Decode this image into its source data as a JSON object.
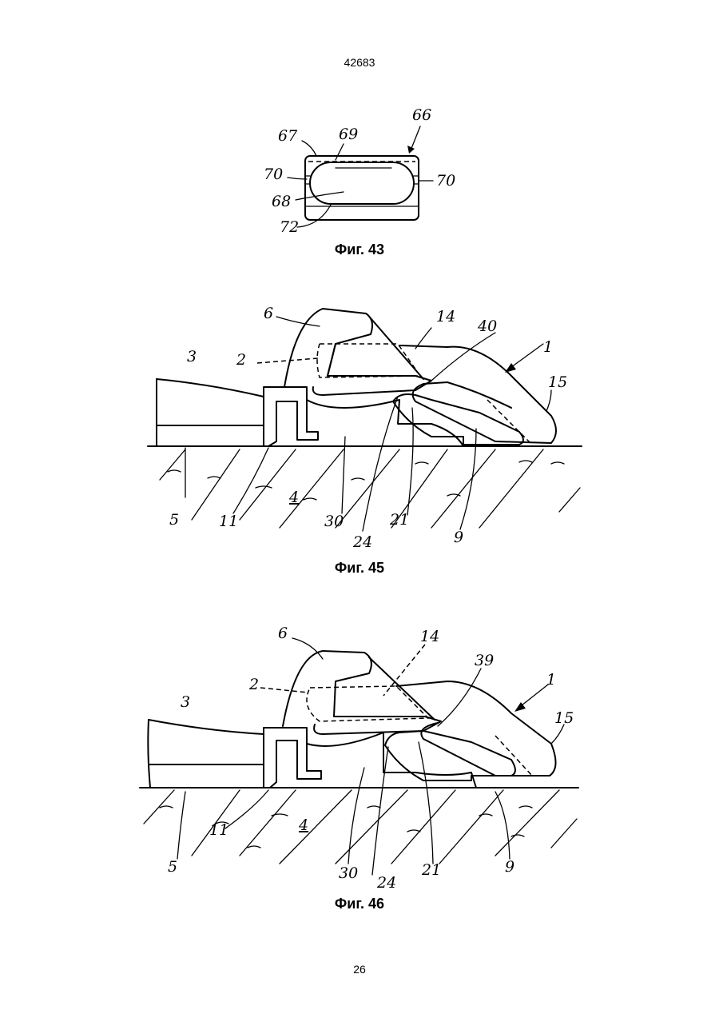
{
  "header": {
    "document_number": "42683"
  },
  "footer": {
    "page_number": "26"
  },
  "figures": [
    {
      "caption": "Фиг. 43",
      "labels": {
        "l66": "66",
        "l67": "67",
        "l69": "69",
        "l70a": "70",
        "l70b": "70",
        "l68": "68",
        "l72": "72"
      }
    },
    {
      "caption": "Фиг. 45",
      "labels": {
        "l6": "6",
        "l14": "14",
        "l40": "40",
        "l1": "1",
        "l2": "2",
        "l3": "3",
        "l15": "15",
        "l5": "5",
        "l11": "11",
        "l4": "4",
        "l30": "30",
        "l24": "24",
        "l21": "21",
        "l9": "9"
      }
    },
    {
      "caption": "Фиг. 46",
      "labels": {
        "l6": "6",
        "l14": "14",
        "l39": "39",
        "l1": "1",
        "l2": "2",
        "l3": "3",
        "l15": "15",
        "l5": "5",
        "l11": "11",
        "l4": "4",
        "l30": "30",
        "l24": "24",
        "l21": "21",
        "l9": "9"
      }
    }
  ]
}
